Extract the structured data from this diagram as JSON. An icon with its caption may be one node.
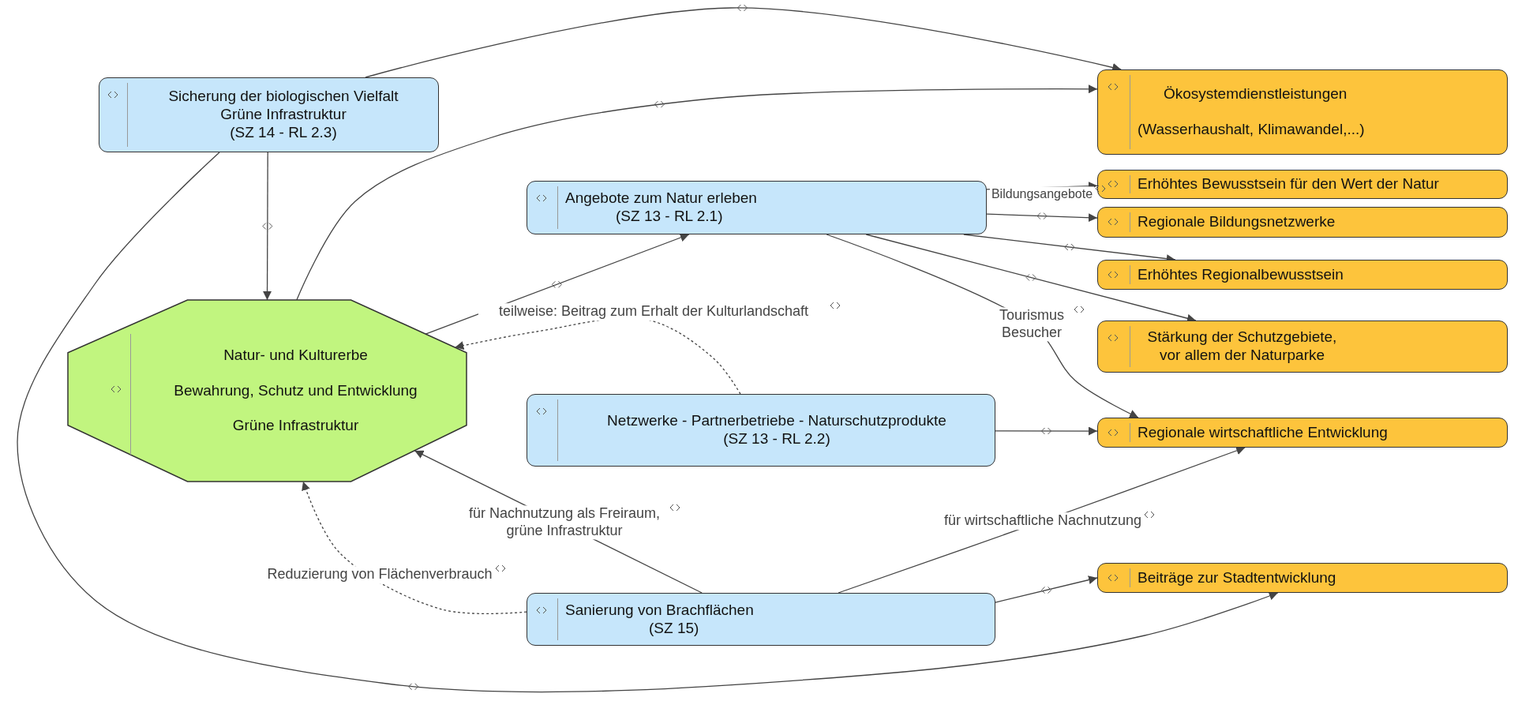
{
  "diagram": {
    "nodes": [
      {
        "text": [
          "Sicherung der biologischen Vielfalt",
          "Grüne Infrastruktur",
          "(SZ 14 - RL 2.3)"
        ]
      },
      {
        "text": [
          "Ökosystemdienstleistungen",
          "(Wasserhaushalt, Klimawandel,...)"
        ]
      },
      {
        "text": [
          "Angebote zum Natur erleben",
          "(SZ 13 - RL 2.1)"
        ]
      },
      {
        "text": [
          "Erhöhtes Bewusstsein für den Wert der Natur"
        ]
      },
      {
        "text": [
          "Regionale Bildungsnetzwerke"
        ]
      },
      {
        "text": [
          "Erhöhtes Regionalbewusstsein"
        ]
      },
      {
        "text": [
          "Natur- und Kulturerbe",
          "Bewahrung, Schutz und Entwicklung",
          "Grüne Infrastruktur"
        ]
      },
      {
        "text": [
          "Stärkung der Schutzgebiete, vor allem der Naturparke"
        ]
      },
      {
        "text": [
          "Netzwerke - Partnerbetriebe - Naturschutzprodukte",
          "(SZ 13 - RL 2.2)"
        ]
      },
      {
        "text": [
          "Regionale wirtschaftliche Entwicklung"
        ]
      },
      {
        "text": [
          "Beiträge zur Stadtentwicklung"
        ]
      },
      {
        "text": [
          "Sanierung von Brachflächen",
          "(SZ 15)"
        ]
      }
    ],
    "edges": [
      {
        "from": 0,
        "to": 1,
        "arrow": "to"
      },
      {
        "from": 6,
        "to": 1,
        "arrow": "to"
      },
      {
        "from": 0,
        "to": 6,
        "arrow": "to"
      },
      {
        "from": 0,
        "to": 10,
        "arrow": "to"
      },
      {
        "from": 6,
        "to": 2,
        "arrow": "to"
      },
      {
        "from": 8,
        "to": 6,
        "arrow": "to",
        "label": "teilweise: Beitrag zum Erhalt der Kulturlandschaft",
        "style": "dashed"
      },
      {
        "from": 2,
        "to": 3,
        "arrow": "to",
        "label": "Bildungsangebote"
      },
      {
        "from": 2,
        "to": 4,
        "arrow": "to"
      },
      {
        "from": 2,
        "to": 5,
        "arrow": "to"
      },
      {
        "from": 2,
        "to": 7,
        "arrow": "to"
      },
      {
        "from": 2,
        "to": 9,
        "arrow": "to",
        "label": "Tourismus Besucher"
      },
      {
        "from": 8,
        "to": 9,
        "arrow": "to"
      },
      {
        "from": 11,
        "to": 9,
        "arrow": "to",
        "label": "für wirtschaftliche Nachnutzung"
      },
      {
        "from": 11,
        "to": 10,
        "arrow": "to"
      },
      {
        "from": 11,
        "to": 6,
        "arrow": "to",
        "label": "für Nachnutzung als Freiraum, grüne Infrastruktur"
      },
      {
        "from": 11,
        "to": 6,
        "arrow": "to",
        "label": "Reduzierung von Flächenverbrauch",
        "style": "dashed"
      }
    ]
  }
}
